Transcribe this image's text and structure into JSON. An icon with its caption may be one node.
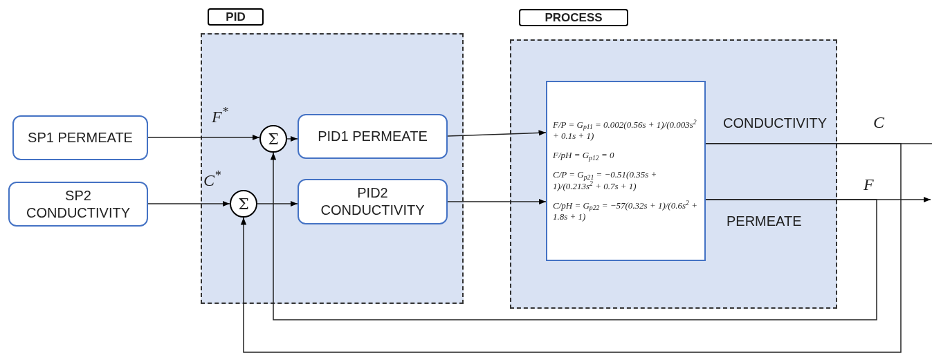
{
  "diagram": {
    "nodes": [
      {
        "text": [
          "PID"
        ]
      },
      {
        "text": [
          "PROCESS"
        ]
      },
      {
        "text": [
          "SP1 PERMEATE"
        ]
      },
      {
        "text": [
          "SP2 CONDUCTIVITY"
        ]
      },
      {
        "text": [
          "Σ"
        ],
        "in": 0
      },
      {
        "text": [
          "Σ"
        ],
        "in": 0
      },
      {
        "text": [
          "PID1 PERMEATE"
        ],
        "in": 0
      },
      {
        "text": [
          "PID2 CONDUCTIVITY"
        ],
        "in": 0
      },
      {
        "text": [
          "F/P = G$_{p11}$ = 0.002(0.56s + 1)/(0.003s$^{2}$ + 0.1s + 1)",
          "F/pH = G$_{p12}$ = 0",
          "C/P = G$_{p21}$ = −0.51(0.35s + 1)/(0.213s$^{2}$ + 0.7s + 1)",
          "C/pH = G$_{p22}$ = −57(0.32s + 1)/(0.6s$^{2}$ + 1.8s + 1)"
        ],
        "in": 1
      }
    ],
    "edges": [
      {
        "from": 2,
        "to": 4,
        "arrow": "to",
        "label": "F$^{*}$"
      },
      {
        "from": 3,
        "to": 5,
        "arrow": "to",
        "label": "C$^{*}$"
      },
      {
        "from": 4,
        "to": 6,
        "arrow": "to"
      },
      {
        "from": 5,
        "to": 7,
        "arrow": "to"
      },
      {
        "from": 6,
        "to": 8,
        "arrow": "to"
      },
      {
        "from": 7,
        "to": 8,
        "arrow": "to"
      },
      {
        "from": 8,
        "to": null,
        "arrow": "none",
        "label": "C"
      },
      {
        "from": 8,
        "to": null,
        "arrow": "to",
        "label": "F"
      },
      {
        "from": 8,
        "to": 5,
        "arrow": "to"
      },
      {
        "from": 8,
        "to": 4,
        "arrow": "to"
      }
    ],
    "labels": [
      "CONDUCTIVITY",
      "PERMEATE"
    ]
  }
}
